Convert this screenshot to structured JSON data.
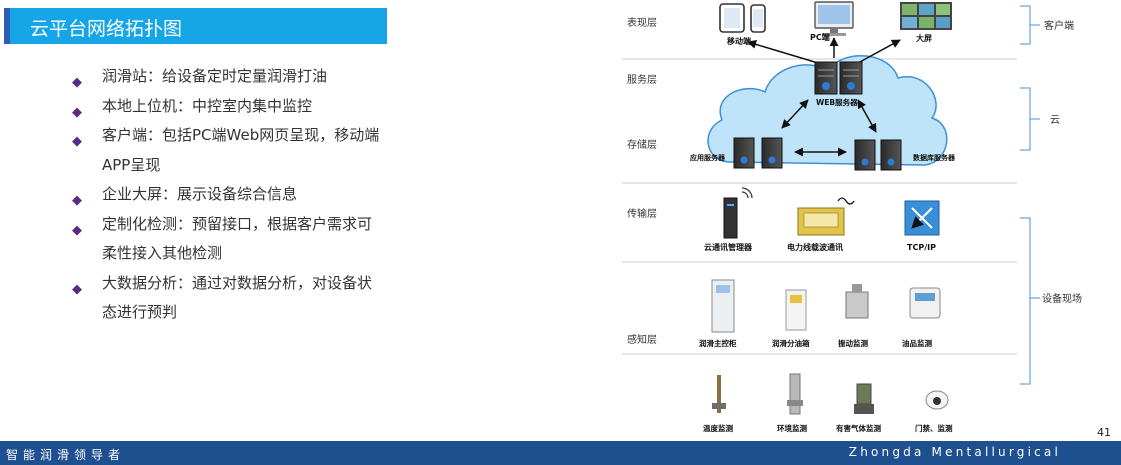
{
  "slide": {
    "title": "云平台网络拓扑图",
    "page_number": "41",
    "footer_left": "智能润滑领导者",
    "footer_right": "Zhongda Mentallurgical"
  },
  "bullets": [
    "润滑站：给设备定时定量润滑打油",
    "本地上位机：中控室内集中监控",
    "客户端：包括PC端Web网页呈现，移动端",
    "APP呈现",
    "企业大屏：展示设备综合信息",
    "定制化检测：预留接口，根据客户需求可",
    "柔性接入其他检测",
    "大数据分析：通过对数据分析，对设备状",
    "态进行预判"
  ],
  "bullet_markers": [
    true,
    true,
    true,
    false,
    true,
    true,
    false,
    true,
    false
  ],
  "layers": {
    "presentation": "表现层",
    "service": "服务层",
    "storage": "存储层",
    "transport": "传输层",
    "perception": "感知层"
  },
  "groups": {
    "client": "客户端",
    "cloud": "云",
    "field": "设备现场"
  },
  "devices": {
    "mobile": "移动端",
    "pc": "PC端",
    "screen": "大屏",
    "web_server": "WEB服务器",
    "app_server": "应用服务器",
    "db_server": "数据库服务器",
    "cloud_manager": "云通讯管理器",
    "plc": "电力线载波通讯",
    "tcpip": "TCP/IP",
    "main_cabinet": "润滑主控柜",
    "oil_box": "润滑分油箱",
    "vibration": "振动监测",
    "oil_quality": "油品监测",
    "temperature": "温度监测",
    "environment": "环境监测",
    "gas": "有害气体监测",
    "access": "门禁、监测"
  }
}
